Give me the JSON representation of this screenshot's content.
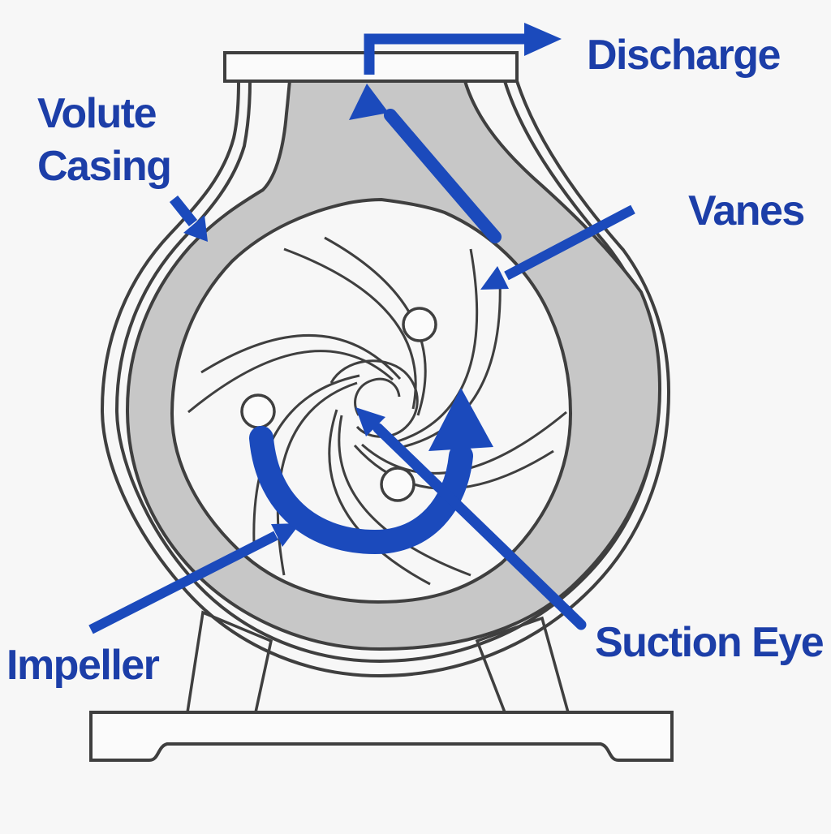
{
  "figure": {
    "type": "technical-diagram",
    "subject": "Centrifugal pump cross-section"
  },
  "labels": {
    "discharge": "Discharge",
    "volute_casing": "Volute Casing",
    "vanes": "Vanes",
    "impeller": "Impeller",
    "suction_eye": "Suction Eye"
  },
  "colors": {
    "label_text": "#1c3ea8",
    "arrow_blue": "#1b4abc",
    "casing_fill": "#c7c7c7",
    "outline": "#3f3f3f",
    "background": "#f7f7f7"
  }
}
